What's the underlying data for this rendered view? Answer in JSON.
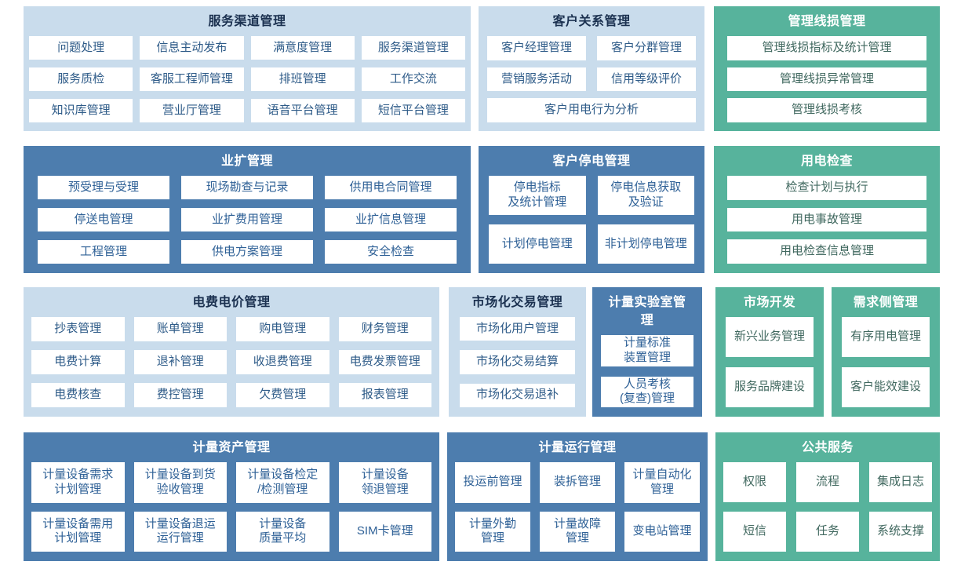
{
  "colors": {
    "light_panel_bg": "#c9dcec",
    "blue_panel_bg": "#4d7dae",
    "teal_panel_bg": "#57b39c",
    "item_bg": "#ffffff",
    "light_title_text": "#1b3150",
    "panel_title_text_on_color": "#ffffff",
    "light_item_text": "#2e5b88",
    "blue_item_text": "#2e6096",
    "teal_item_text": "#40685f"
  },
  "panels": [
    {
      "id": "service-channel-mgmt",
      "title": "服务渠道管理",
      "theme": "light",
      "items": [
        "问题处理",
        "信息主动发布",
        "满意度管理",
        "服务渠道管理",
        "服务质检",
        "客服工程师管理",
        "排班管理",
        "工作交流",
        "知识库管理",
        "营业厅管理",
        "语音平台管理",
        "短信平台管理"
      ]
    },
    {
      "id": "customer-relationship-mgmt",
      "title": "客户关系管理",
      "theme": "light",
      "items": [
        "客户经理管理",
        "客户分群管理",
        "营销服务活动",
        "信用等级评价",
        "客户用电行为分析"
      ]
    },
    {
      "id": "line-loss-mgmt",
      "title": "管理线损管理",
      "theme": "teal",
      "items": [
        "管理线损指标及统计管理",
        "管理线损异常管理",
        "管理线损考核"
      ]
    },
    {
      "id": "business-expansion-mgmt",
      "title": "业扩管理",
      "theme": "blue",
      "items": [
        "预受理与受理",
        "现场勘查与记录",
        "供用电合同管理",
        "停送电管理",
        "业扩费用管理",
        "业扩信息管理",
        "工程管理",
        "供电方案管理",
        "安全检查"
      ]
    },
    {
      "id": "customer-outage-mgmt",
      "title": "客户停电管理",
      "theme": "blue",
      "items": [
        "停电指标\n及统计管理",
        "停电信息获取\n及验证",
        "计划停电管理",
        "非计划停电管理"
      ]
    },
    {
      "id": "power-use-inspection",
      "title": "用电检查",
      "theme": "teal",
      "items": [
        "检查计划与执行",
        "用电事故管理",
        "用电检查信息管理"
      ]
    },
    {
      "id": "tariff-billing-mgmt",
      "title": "电费电价管理",
      "theme": "light",
      "items": [
        "抄表管理",
        "账单管理",
        "购电管理",
        "财务管理",
        "电费计算",
        "退补管理",
        "收退费管理",
        "电费发票管理",
        "电费核查",
        "费控管理",
        "欠费管理",
        "报表管理"
      ]
    },
    {
      "id": "market-trading-mgmt",
      "title": "市场化交易管理",
      "theme": "light",
      "items": [
        "市场化用户管理",
        "市场化交易结算",
        "市场化交易退补"
      ]
    },
    {
      "id": "metering-lab-mgmt",
      "title": "计量实验室管理",
      "theme": "blue",
      "items": [
        "计量标准\n装置管理",
        "人员考核\n(复查)管理"
      ]
    },
    {
      "id": "market-development",
      "title": "市场开发",
      "theme": "teal",
      "items": [
        "新兴业务管理",
        "服务品牌建设"
      ]
    },
    {
      "id": "demand-side-mgmt",
      "title": "需求侧管理",
      "theme": "teal",
      "items": [
        "有序用电管理",
        "客户能效建设"
      ]
    },
    {
      "id": "metering-asset-mgmt",
      "title": "计量资产管理",
      "theme": "blue",
      "items": [
        "计量设备需求\n计划管理",
        "计量设备到货\n验收管理",
        "计量设备检定\n/检测管理",
        "计量设备\n领退管理",
        "计量设备需用\n计划管理",
        "计量设备退运\n运行管理",
        "计量设备\n质量平均",
        "SIM卡管理"
      ]
    },
    {
      "id": "metering-operation-mgmt",
      "title": "计量运行管理",
      "theme": "blue",
      "items": [
        "投运前管理",
        "装拆管理",
        "计量自动化\n管理",
        "计量外勤\n管理",
        "计量故障\n管理",
        "变电站管理"
      ]
    },
    {
      "id": "public-services",
      "title": "公共服务",
      "theme": "teal",
      "items": [
        "权限",
        "流程",
        "集成日志",
        "短信",
        "任务",
        "系统支撑"
      ]
    }
  ]
}
